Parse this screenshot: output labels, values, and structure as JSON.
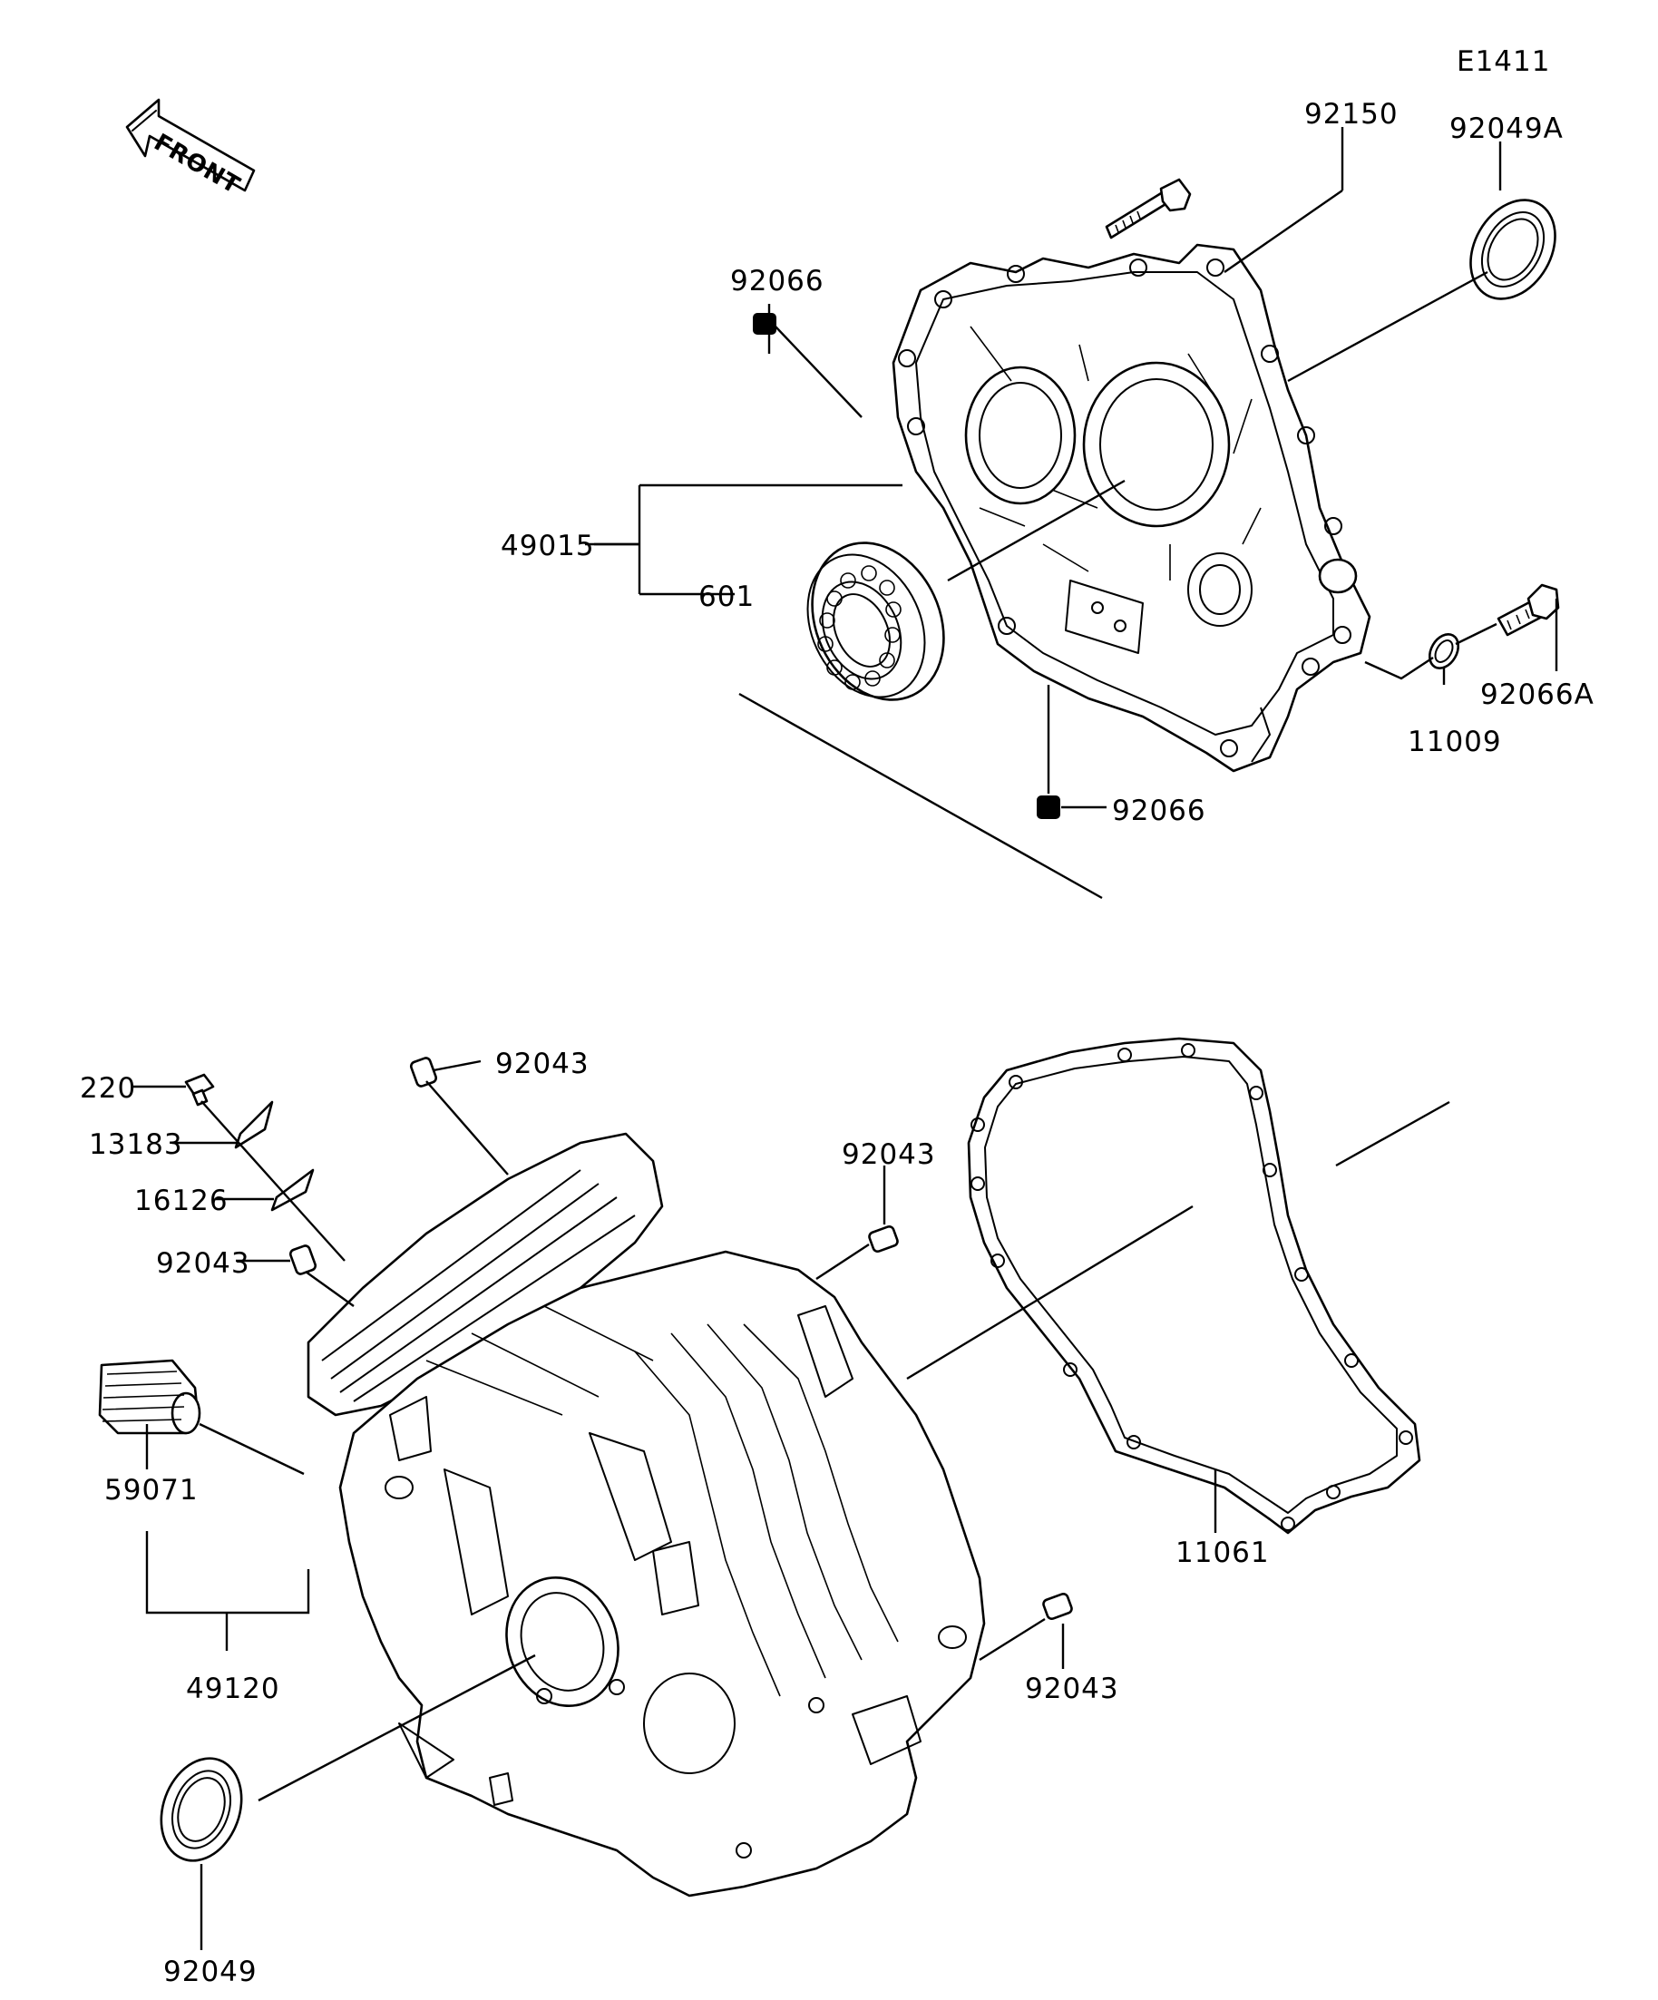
{
  "figure_id": "E1411",
  "front_label": "FRONT",
  "parts": {
    "bolt": "92150",
    "oil_seal_a": "92049A",
    "dowel_top": "92066",
    "crankcase_cover": "49015",
    "bearing": "601",
    "gasket_washer": "11009",
    "drain_plug": "92066A",
    "dowel_bottom": "92066",
    "screw": "220",
    "plate": "13183",
    "gasket_plate": "16126",
    "pin_upper": "92043",
    "pin_left": "92043",
    "pin_right": "92043",
    "pin_lower_right": "92043",
    "breather": "59071",
    "crankcase": "49120",
    "gasket_cover": "11061",
    "oil_seal": "92049"
  }
}
